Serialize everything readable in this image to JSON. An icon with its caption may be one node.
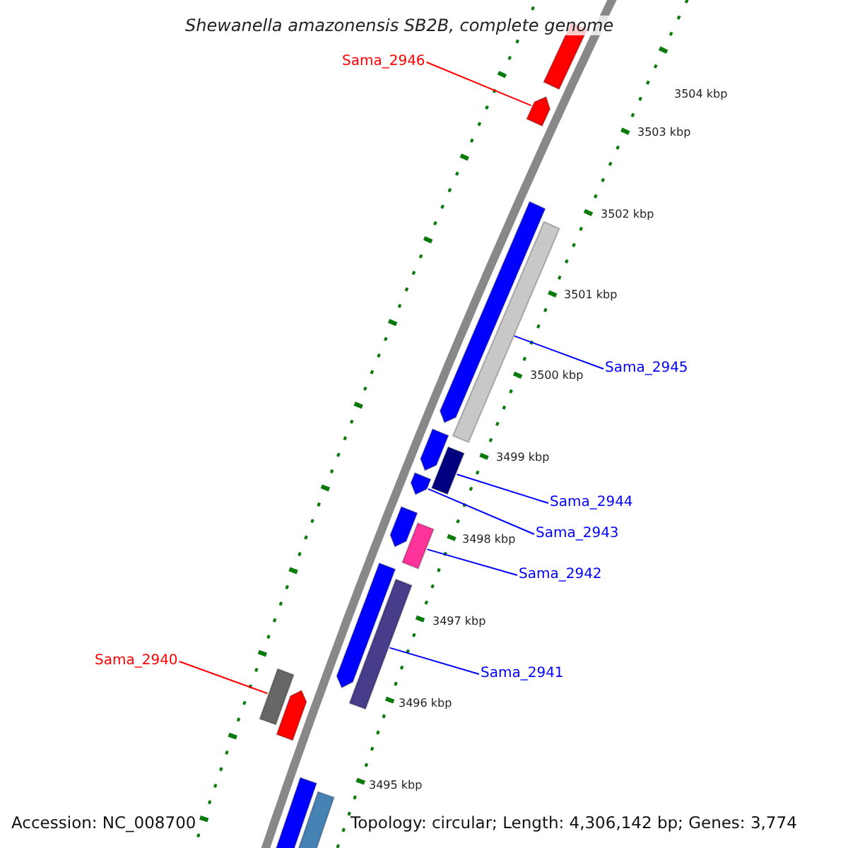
{
  "diagram": {
    "title": "Shewanella amazonensis SB2B, complete genome",
    "nodes": [
      {
        "text": [
          "Sama_2946"
        ]
      },
      {
        "text": [
          "Sama_2945"
        ]
      },
      {
        "text": [
          "Sama_2944"
        ]
      },
      {
        "text": [
          "Sama_2943"
        ]
      },
      {
        "text": [
          "Sama_2942"
        ]
      },
      {
        "text": [
          "Sama_2941"
        ]
      },
      {
        "text": [
          "Sama_2940"
        ]
      },
      {
        "text": [],
        "shape": "bar"
      },
      {
        "text": [],
        "shape": "bar"
      },
      {
        "text": [],
        "shape": "bar"
      },
      {
        "text": [],
        "shape": "bar"
      },
      {
        "text": [],
        "shape": "bar"
      },
      {
        "text": [],
        "shape": "bar"
      },
      {
        "text": [],
        "shape": "bar"
      },
      {
        "text": [],
        "shape": "bar"
      },
      {
        "text": [],
        "shape": "bar"
      },
      {
        "text": [],
        "shape": "bar"
      },
      {
        "text": [],
        "shape": "bar"
      },
      {
        "text": [],
        "shape": "bar"
      },
      {
        "text": [],
        "shape": "bar"
      },
      {
        "text": [],
        "shape": "bar"
      },
      {
        "text": [],
        "shape": "bar"
      }
    ],
    "edges": [
      {
        "from": 0,
        "to": 8,
        "arrow": "none",
        "color": "#ff0000"
      },
      {
        "from": 1,
        "to": 10,
        "arrow": "none"
      },
      {
        "from": 2,
        "to": 12,
        "arrow": "none"
      },
      {
        "from": 3,
        "to": 13,
        "arrow": "none"
      },
      {
        "from": 4,
        "to": 15,
        "arrow": "none"
      },
      {
        "from": 5,
        "to": 17,
        "arrow": "none"
      },
      {
        "from": 6,
        "to": 18,
        "arrow": "none",
        "color": "#ff0000"
      }
    ],
    "labels": [
      "3504 kbp",
      "3503 kbp",
      "3502 kbp",
      "3501 kbp",
      "3500 kbp",
      "3499 kbp",
      "3498 kbp",
      "3497 kbp",
      "3496 kbp",
      "3495 kbp",
      "Accession: NC_008700",
      "Topology: circular; Length: 4,306,142 bp; Genes: 3,774"
    ]
  }
}
